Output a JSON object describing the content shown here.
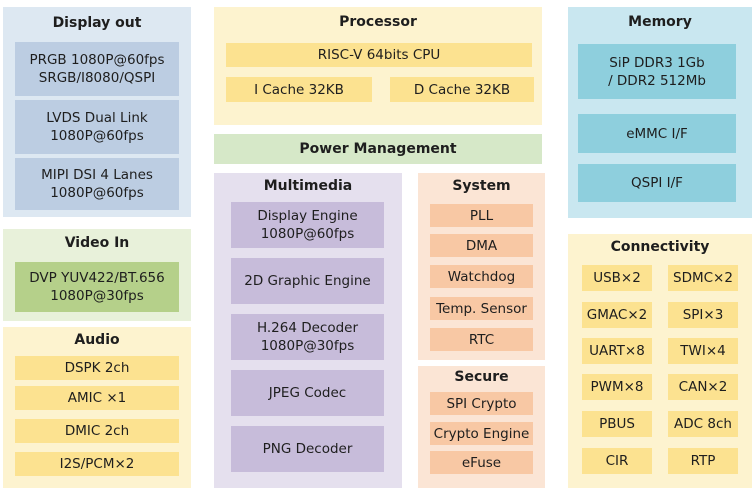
{
  "display_out": {
    "title": "Display out",
    "blocks": [
      "PRGB 1080P@60fps\nSRGB/I8080/QSPI",
      "LVDS Dual Link\n1080P@60fps",
      "MIPI DSI 4 Lanes\n1080P@60fps"
    ]
  },
  "video_in": {
    "title": "Video In",
    "blocks": [
      "DVP YUV422/BT.656\n1080P@30fps"
    ]
  },
  "audio": {
    "title": "Audio",
    "blocks": [
      "DSPK 2ch",
      "AMIC ×1",
      "DMIC 2ch",
      "I2S/PCM×2"
    ]
  },
  "processor": {
    "title": "Processor",
    "cpu": "RISC-V 64bits CPU",
    "icache": "I Cache 32KB",
    "dcache": "D Cache 32KB"
  },
  "power": {
    "label": "Power Management"
  },
  "multimedia": {
    "title": "Multimedia",
    "blocks": [
      "Display Engine\n1080P@60fps",
      "2D Graphic Engine",
      "H.264 Decoder\n1080P@30fps",
      "JPEG Codec",
      "PNG Decoder"
    ]
  },
  "system": {
    "title": "System",
    "blocks": [
      "PLL",
      "DMA",
      "Watchdog",
      "Temp. Sensor",
      "RTC"
    ]
  },
  "secure": {
    "title": "Secure",
    "blocks": [
      "SPI Crypto",
      "Crypto Engine",
      "eFuse"
    ]
  },
  "memory": {
    "title": "Memory",
    "blocks": [
      "SiP DDR3 1Gb\n/ DDR2 512Mb",
      "eMMC I/F",
      "QSPI  I/F"
    ]
  },
  "connectivity": {
    "title": "Connectivity",
    "blocks": [
      "USB×2",
      "SDMC×2",
      "GMAC×2",
      "SPI×3",
      "UART×8",
      "TWI×4",
      "PWM×8",
      "CAN×2",
      "PBUS",
      "ADC 8ch",
      "CIR",
      "RTP"
    ]
  }
}
